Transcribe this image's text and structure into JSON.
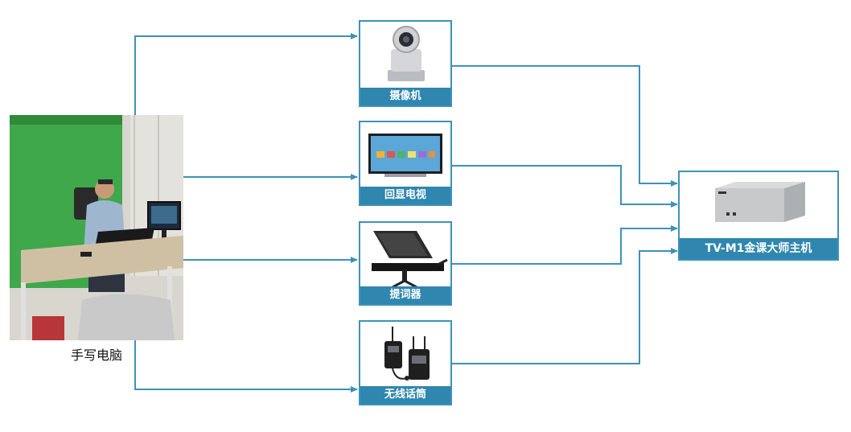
{
  "source": {
    "label": "手写电脑"
  },
  "devices": [
    {
      "id": "camera",
      "label": "摄像机"
    },
    {
      "id": "tv",
      "label": "回显电视"
    },
    {
      "id": "prompter",
      "label": "提词器"
    },
    {
      "id": "mic",
      "label": "无线话筒"
    }
  ],
  "host": {
    "label": "TV-M1金课大师主机"
  },
  "colors": {
    "connector": "#3d92b8",
    "caption_bg": "#2f86ae",
    "green_screen": "#3fa84a"
  }
}
